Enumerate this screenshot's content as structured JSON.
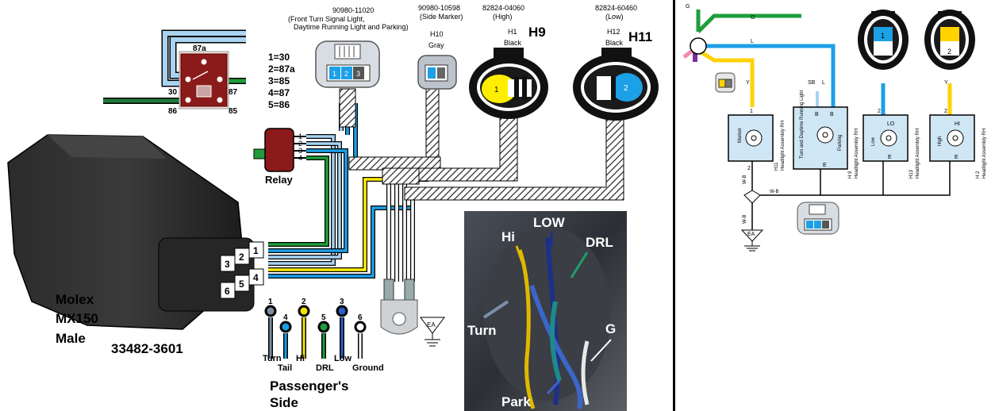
{
  "relay": {
    "pin_map": [
      "1=30",
      "2=87a",
      "3=85",
      "4=87",
      "5=86"
    ],
    "terminals": {
      "t87a": "87a",
      "t30": "30",
      "t87": "87",
      "t86": "86",
      "t85": "85"
    },
    "label": "Relay",
    "pins": [
      "1",
      "2",
      "3",
      "4"
    ],
    "color": "#8b1a1a"
  },
  "connectors": {
    "drl": {
      "part": "90980-11020",
      "desc1": "(Front Turn Signal Light,",
      "desc2": "Daytime Running Light and Parking)",
      "pins": [
        "1",
        "2",
        "3"
      ]
    },
    "side": {
      "part": "90980-10598",
      "desc": "(Side Marker)",
      "id": "H10",
      "color": "Gray"
    },
    "h9": {
      "part": "82824-04060",
      "desc": "(High)",
      "id": "H1",
      "color": "Black",
      "big": "H9",
      "pin": "1",
      "color_hex": "#ffee00"
    },
    "h11": {
      "part": "82824-60460",
      "desc": "(Low)",
      "id": "H12",
      "color": "Black",
      "big": "H11",
      "pin": "2",
      "color_hex": "#1ca0e6"
    }
  },
  "molex": {
    "label_lines": [
      "Molex",
      "MX150",
      "Male"
    ],
    "part_number": "33482-3601",
    "pins": [
      "1",
      "2",
      "3",
      "4",
      "5",
      "6"
    ]
  },
  "pin_legend": {
    "items": [
      {
        "num": "1",
        "name": "Turn",
        "color": "#7f8ea3"
      },
      {
        "num": "4",
        "name": "Tail",
        "color": "#1ca0e6"
      },
      {
        "num": "2",
        "name": "Hi",
        "color": "#f5e400"
      },
      {
        "num": "5",
        "name": "DRL",
        "color": "#1e9e3a"
      },
      {
        "num": "3",
        "name": "Low",
        "color": "#2b5fc4"
      },
      {
        "num": "6",
        "name": "Ground",
        "color": "#ffffff"
      }
    ],
    "side_label": [
      "Passenger's",
      "Side"
    ]
  },
  "ground_symbol": "EA",
  "photo": {
    "labels": {
      "hi": "Hi",
      "low": "LOW",
      "drl": "DRL",
      "turn": "Turn",
      "g": "G",
      "park": "Park"
    }
  },
  "schematic": {
    "wire_labels": {
      "g": "G",
      "l": "L",
      "y": "Y",
      "y2": "Y",
      "sb": "SB",
      "l2": "L",
      "wb1": "W-B",
      "wb2": "W-B",
      "wb3": "W-B"
    },
    "conn_pin_labels": {
      "low": "1",
      "high": "2"
    },
    "boxes": [
      {
        "id": "marker",
        "inner": "Marker",
        "pin_top": "1",
        "pin_bot": "2",
        "ref": "H11",
        "side": "Headlight Assembly RH"
      },
      {
        "id": "turn",
        "inner": "Turn and Daytime Running Light",
        "inner2": "Parking",
        "pin_tl": "B",
        "pin_tr": "B",
        "pin_bot": "E",
        "ref": "H 9",
        "side": "Headlight Assembly RH"
      },
      {
        "id": "low",
        "inner": "Low",
        "lo": "LO",
        "pin_top": "2",
        "pin_bot": "E",
        "ref": "H13",
        "side": "Headlight Assembly RH"
      },
      {
        "id": "high",
        "inner": "High",
        "hi": "HI",
        "pin_top": "2",
        "pin_bot": "E",
        "ref": "H 2",
        "side": "Headlight Assembly RH"
      }
    ],
    "ground_label": "EA",
    "colors": {
      "box": "#cfe6f5",
      "green": "#1e9e3a",
      "blue": "#1ca0e6",
      "yellow": "#ffd200",
      "pink": "#f08bb4",
      "purple": "#7b2ea0"
    }
  }
}
